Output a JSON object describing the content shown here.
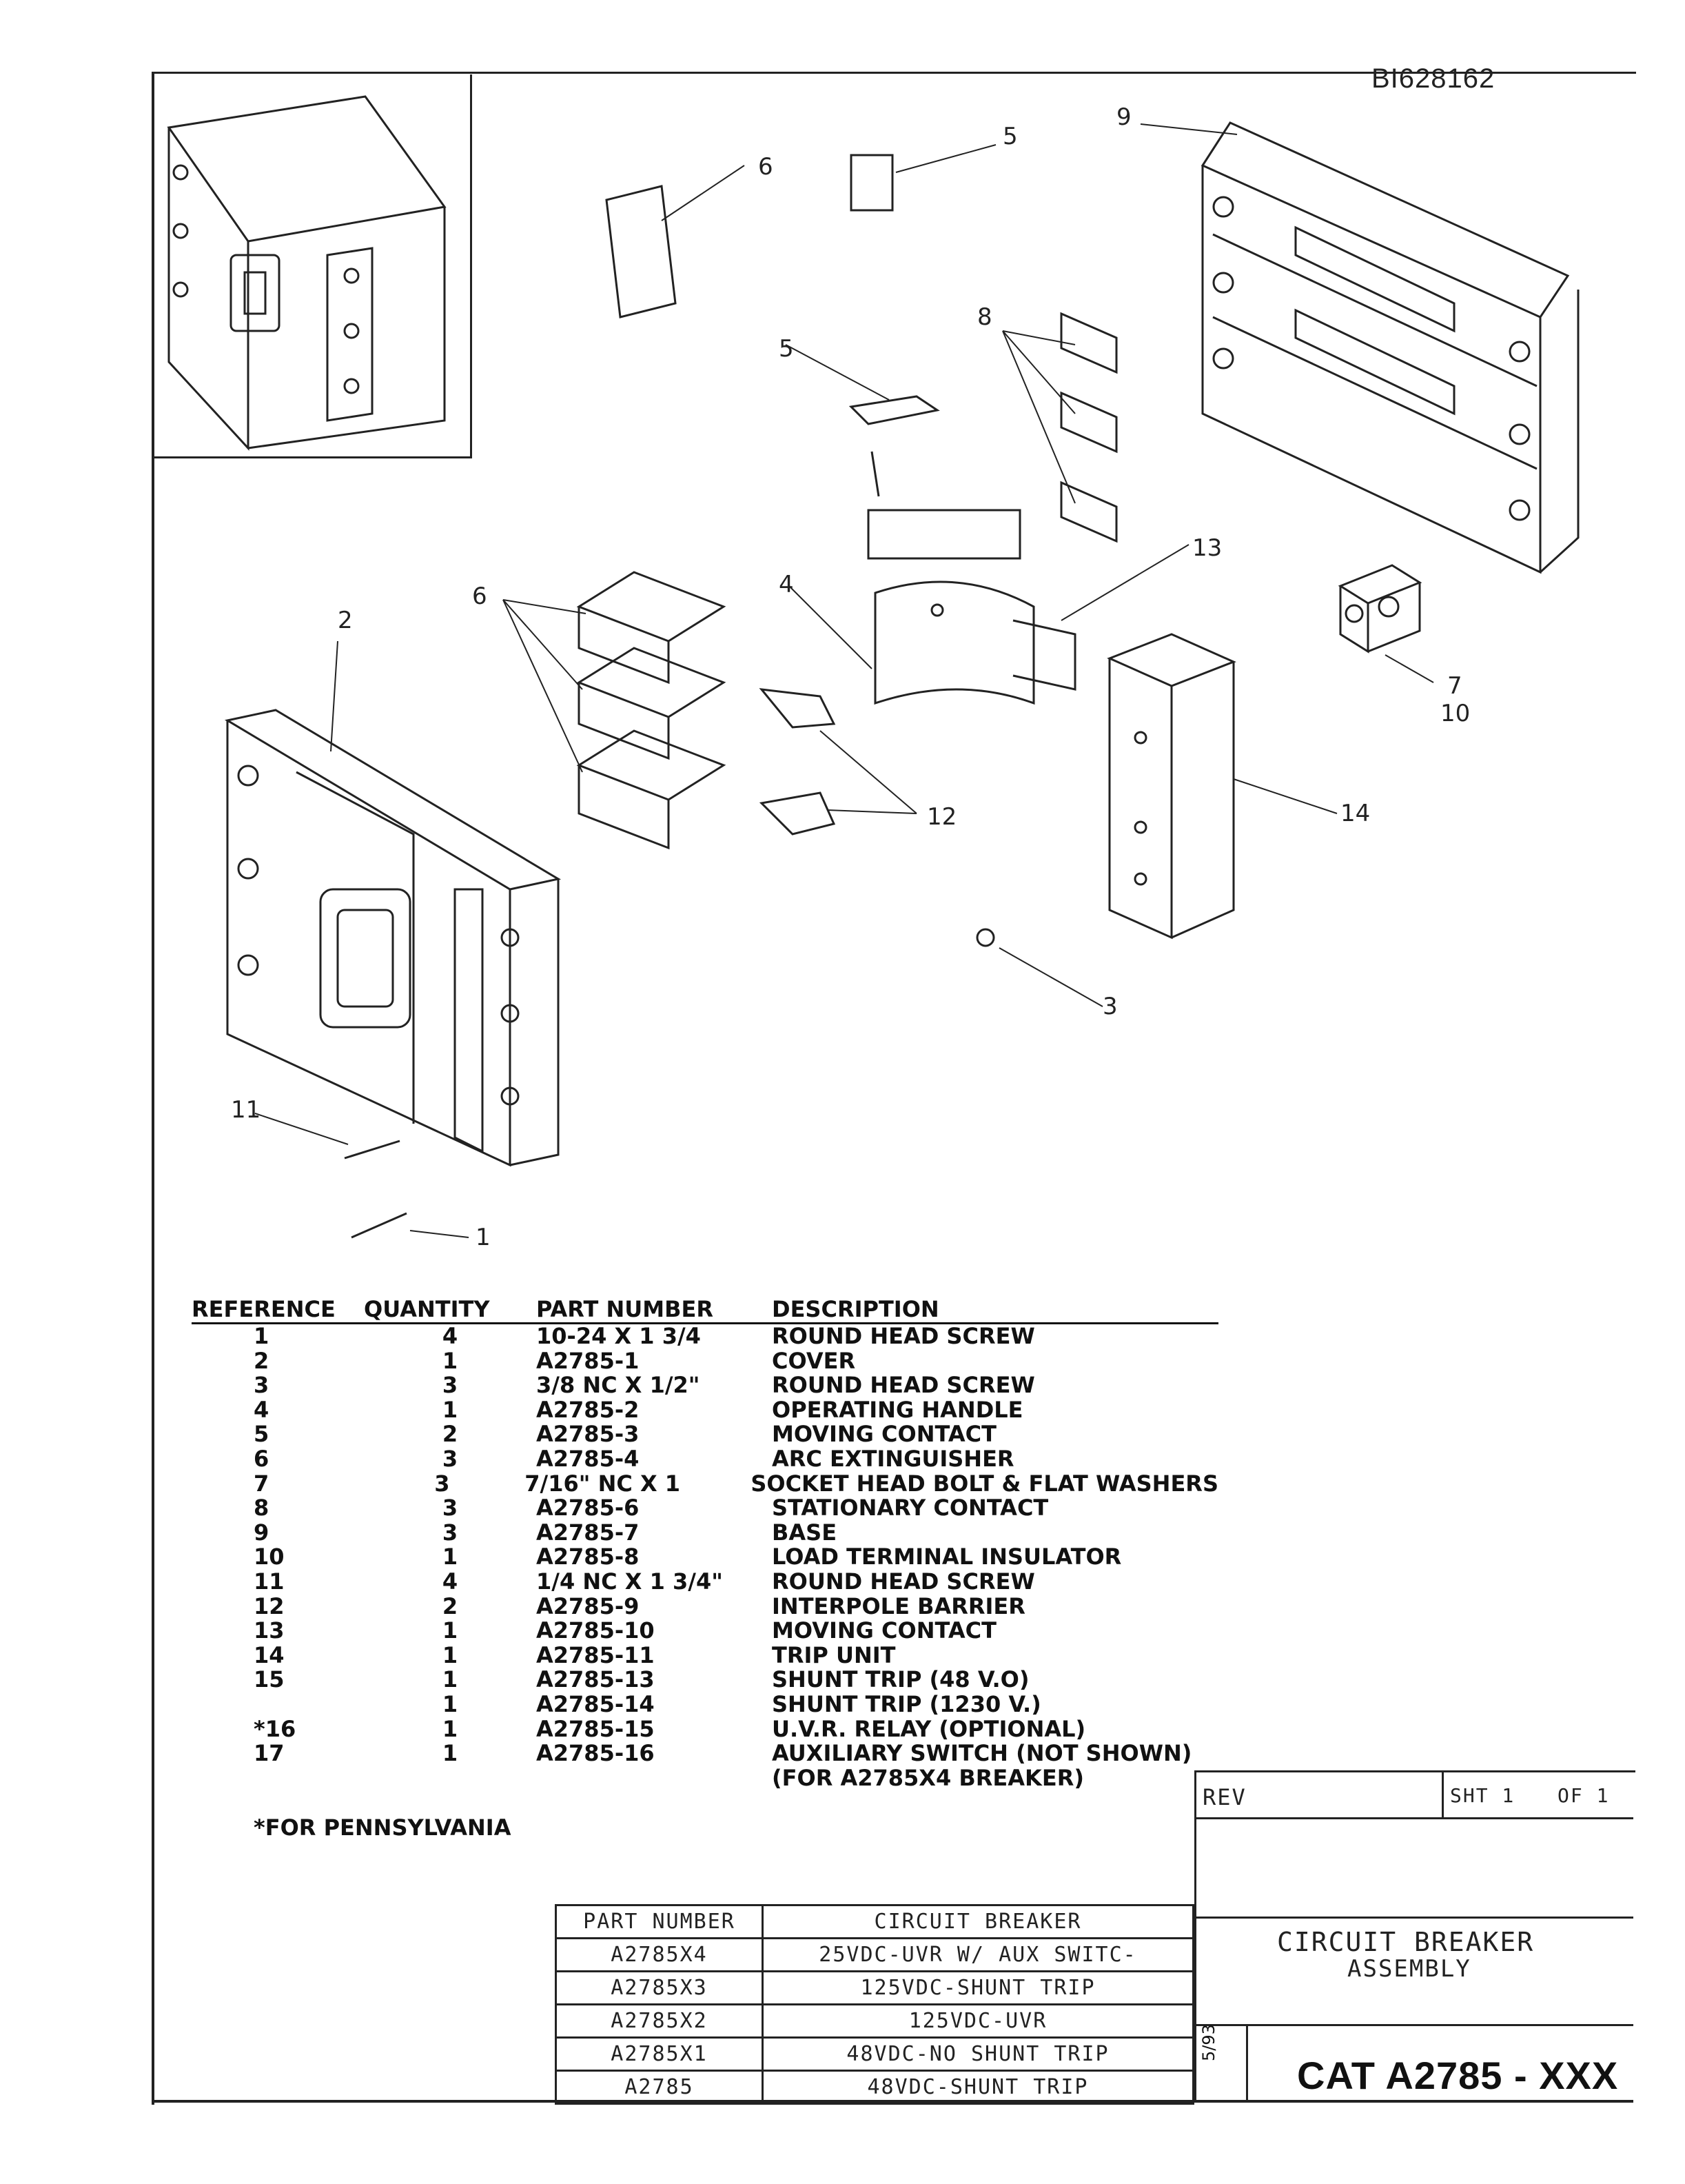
{
  "document": {
    "drawing_number": "BI628162",
    "callouts": [
      "1",
      "2",
      "3",
      "4",
      "5",
      "5",
      "6",
      "6",
      "7",
      "8",
      "9",
      "10",
      "11",
      "12",
      "13",
      "14"
    ]
  },
  "parts_table": {
    "headers": {
      "reference": "REFERENCE",
      "quantity": "QUANTITY",
      "part_number": "PART NUMBER",
      "description": "DESCRIPTION"
    },
    "rows": [
      {
        "ref": "1",
        "qty": "4",
        "part": "10-24 X 1 3/4",
        "desc": "ROUND HEAD SCREW"
      },
      {
        "ref": "2",
        "qty": "1",
        "part": "A2785-1",
        "desc": "COVER"
      },
      {
        "ref": "3",
        "qty": "3",
        "part": "3/8 NC X 1/2\"",
        "desc": "ROUND HEAD SCREW"
      },
      {
        "ref": "4",
        "qty": "1",
        "part": "A2785-2",
        "desc": "OPERATING HANDLE"
      },
      {
        "ref": "5",
        "qty": "2",
        "part": "A2785-3",
        "desc": "MOVING CONTACT"
      },
      {
        "ref": "6",
        "qty": "3",
        "part": "A2785-4",
        "desc": "ARC EXTINGUISHER"
      },
      {
        "ref": "7",
        "qty": "3",
        "part": "7/16\" NC X 1",
        "desc": "SOCKET HEAD BOLT & FLAT WASHERS"
      },
      {
        "ref": "8",
        "qty": "3",
        "part": "A2785-6",
        "desc": "STATIONARY CONTACT"
      },
      {
        "ref": "9",
        "qty": "3",
        "part": "A2785-7",
        "desc": "BASE"
      },
      {
        "ref": "10",
        "qty": "1",
        "part": "A2785-8",
        "desc": "LOAD TERMINAL INSULATOR"
      },
      {
        "ref": "11",
        "qty": "4",
        "part": "1/4 NC X 1 3/4\"",
        "desc": "ROUND HEAD SCREW"
      },
      {
        "ref": "12",
        "qty": "2",
        "part": "A2785-9",
        "desc": "INTERPOLE BARRIER"
      },
      {
        "ref": "13",
        "qty": "1",
        "part": "A2785-10",
        "desc": "MOVING CONTACT"
      },
      {
        "ref": "14",
        "qty": "1",
        "part": "A2785-11",
        "desc": "TRIP UNIT"
      },
      {
        "ref": "15",
        "qty": "1",
        "part": "A2785-13",
        "desc": "SHUNT TRIP (48 V.O)"
      },
      {
        "ref": "",
        "qty": "1",
        "part": "A2785-14",
        "desc": "SHUNT TRIP (1230 V.)"
      },
      {
        "ref": "*16",
        "qty": "1",
        "part": "A2785-15",
        "desc": "U.V.R. RELAY (OPTIONAL)"
      },
      {
        "ref": "17",
        "qty": "1",
        "part": "A2785-16",
        "desc": "AUXILIARY SWITCH (NOT SHOWN)"
      },
      {
        "ref": "",
        "qty": "",
        "part": "",
        "desc": "(FOR  A2785X4 BREAKER)"
      }
    ]
  },
  "footnote": "*FOR PENNSYLVANIA",
  "title_block": {
    "rev_label": "REV",
    "sheet": "SHT 1",
    "of": "OF 1",
    "title_line1": "CIRCUIT BREAKER",
    "title_line2": "ASSEMBLY",
    "date": "5/93",
    "cat_number": "CAT  A2785 - XXX"
  },
  "breaker_table": {
    "headers": {
      "part_number": "PART NUMBER",
      "breaker": "CIRCUIT BREAKER"
    },
    "rows": [
      {
        "part": "A2785X4",
        "breaker": "25VDC-UVR W/ AUX  SWITC-"
      },
      {
        "part": "A2785X3",
        "breaker": "125VDC-SHUNT TRIP"
      },
      {
        "part": "A2785X2",
        "breaker": "125VDC-UVR"
      },
      {
        "part": "A2785X1",
        "breaker": "48VDC-NO SHUNT TRIP"
      },
      {
        "part": "A2785",
        "breaker": "48VDC-SHUNT TRIP"
      }
    ]
  }
}
